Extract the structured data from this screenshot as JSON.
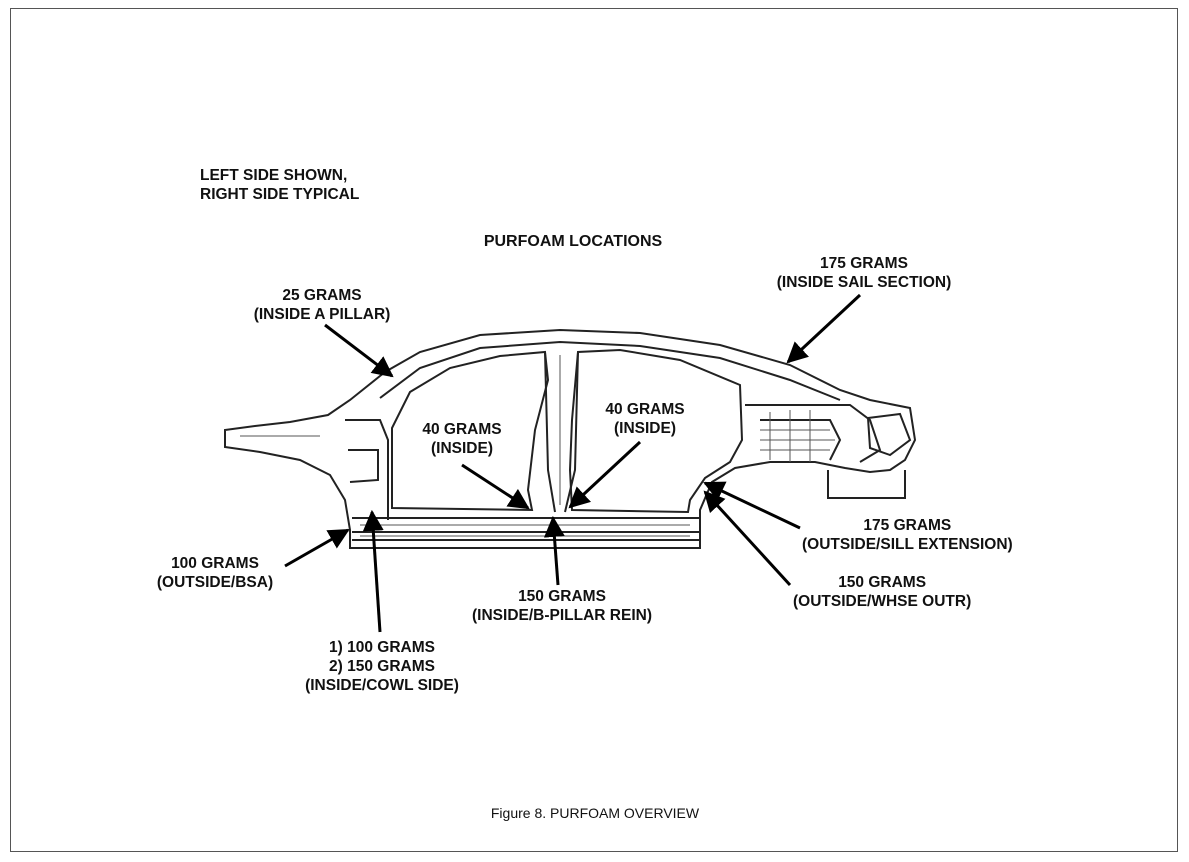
{
  "figure": {
    "note_line1": "LEFT SIDE SHOWN,",
    "note_line2": "RIGHT SIDE TYPICAL",
    "title": "PURFOAM LOCATIONS",
    "caption": "Figure 8.  PURFOAM OVERVIEW"
  },
  "callouts": {
    "a_pillar": {
      "line1": "25 GRAMS",
      "line2": "(INSIDE A PILLAR)"
    },
    "sail": {
      "line1": "175 GRAMS",
      "line2": "(INSIDE SAIL SECTION)"
    },
    "front_door_inside": {
      "line1": "40 GRAMS",
      "line2": "(INSIDE)"
    },
    "rear_door_inside": {
      "line1": "40 GRAMS",
      "line2": "(INSIDE)"
    },
    "bsa": {
      "line1": "100 GRAMS",
      "line2": "(OUTSIDE/BSA)"
    },
    "b_pillar_rein": {
      "line1": "150 GRAMS",
      "line2": "(INSIDE/B-PILLAR REIN)"
    },
    "cowl_side": {
      "line1": "1) 100 GRAMS",
      "line2": "2) 150 GRAMS",
      "line3": "(INSIDE/COWL SIDE)"
    },
    "sill_extension": {
      "line1": "175 GRAMS",
      "line2": "(OUTSIDE/SILL EXTENSION)"
    },
    "whse_outr": {
      "line1": "150 GRAMS",
      "line2": "(OUTSIDE/WHSE OUTR)"
    }
  }
}
